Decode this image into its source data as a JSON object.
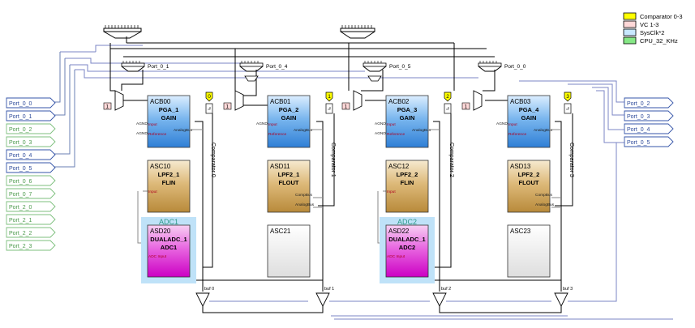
{
  "legend": [
    {
      "label": "Comparator 0-3",
      "color": "#ffff00"
    },
    {
      "label": "VC 1-3",
      "color": "#ffd8d8"
    },
    {
      "label": "SysClk*2",
      "color": "#c8e8ff"
    },
    {
      "label": "CPU_32_KHz",
      "color": "#86e886"
    }
  ],
  "left_ports": [
    {
      "label": "Port_0_0",
      "active": true
    },
    {
      "label": "Port_0_1",
      "active": true
    },
    {
      "label": "Port_0_2",
      "active": false
    },
    {
      "label": "Port_0_3",
      "active": false
    },
    {
      "label": "Port_0_4",
      "active": true
    },
    {
      "label": "Port_0_5",
      "active": true
    },
    {
      "label": "Port_0_6",
      "active": false
    },
    {
      "label": "Port_0_7",
      "active": false
    },
    {
      "label": "Port_2_0",
      "active": false
    },
    {
      "label": "Port_2_1",
      "active": false
    },
    {
      "label": "Port_2_2",
      "active": false
    },
    {
      "label": "Port_2_3",
      "active": false
    }
  ],
  "right_ports": [
    "Port_0_2",
    "Port_0_3",
    "Port_0_4",
    "Port_0_5"
  ],
  "top_muxes": [
    "Port_0_1",
    "Port_0_4",
    "Port_0_5",
    "Port_0_0"
  ],
  "columns": [
    {
      "mux_value": "1",
      "comparator_index": "0",
      "comparator_label": "Comparator 0",
      "buf_label": "buf 0"
    },
    {
      "mux_value": "1",
      "comparator_index": "1",
      "comparator_label": "Comparator 1",
      "buf_label": "buf 1"
    },
    {
      "mux_value": "1",
      "comparator_index": "2",
      "comparator_label": "Comparator 2",
      "buf_label": "buf 2"
    },
    {
      "mux_value": "1",
      "comparator_index": "3",
      "comparator_label": "Comparator 3",
      "buf_label": "buf 3"
    }
  ],
  "blocks": [
    {
      "id": "ACB00",
      "l1": "PGA_1",
      "l2": "GAIN",
      "kind": "pga",
      "pins_left": [
        "AGND",
        "AGND"
      ],
      "pins_red": [
        "Input",
        "Reference"
      ],
      "pins_right": [
        "AnalogBus"
      ]
    },
    {
      "id": "ACB01",
      "l1": "PGA_2",
      "l2": "GAIN",
      "kind": "pga",
      "pins_left": [
        "AGND"
      ],
      "pins_red": [
        "Input",
        "Reference"
      ],
      "pins_right": [
        "AnalogBus"
      ]
    },
    {
      "id": "ACB02",
      "l1": "PGA_3",
      "l2": "GAIN",
      "kind": "pga",
      "pins_left": [
        "AGND",
        "AGND"
      ],
      "pins_red": [
        "Input",
        "Reference"
      ],
      "pins_right": [
        "AnalogBus"
      ]
    },
    {
      "id": "ACB03",
      "l1": "PGA_4",
      "l2": "GAIN",
      "kind": "pga",
      "pins_left": [
        "AGND"
      ],
      "pins_red": [
        "Input",
        "Reference"
      ],
      "pins_right": [
        "AnalogBus"
      ]
    },
    {
      "id": "ASC10",
      "l1": "LPF2_1",
      "l2": "FLIN",
      "kind": "lpf",
      "pins_left": [],
      "pins_red": [
        "Input"
      ],
      "pins_right": []
    },
    {
      "id": "ASD11",
      "l1": "LPF2_1",
      "l2": "FLOUT",
      "kind": "lpf",
      "pins_left": [],
      "pins_red": [],
      "pins_right": [
        "CompBus",
        "AnalogBus"
      ]
    },
    {
      "id": "ASC12",
      "l1": "LPF2_2",
      "l2": "FLIN",
      "kind": "lpf",
      "pins_left": [],
      "pins_red": [
        "Input"
      ],
      "pins_right": []
    },
    {
      "id": "ASD13",
      "l1": "LPF2_2",
      "l2": "FLOUT",
      "kind": "lpf",
      "pins_left": [],
      "pins_red": [],
      "pins_right": [
        "CompBus",
        "AnalogBus"
      ]
    },
    {
      "id": "ASD20",
      "l1": "DUALADC_1",
      "l2": "ADC1",
      "kind": "adc",
      "group": "ADC1",
      "pins_left": [],
      "pins_red": [
        "ADC Input"
      ],
      "pins_right": []
    },
    {
      "id": "ASC21",
      "l1": "",
      "l2": "",
      "kind": "empty",
      "pins_left": [],
      "pins_red": [],
      "pins_right": []
    },
    {
      "id": "ASD22",
      "l1": "DUALADC_1",
      "l2": "ADC2",
      "kind": "adc",
      "group": "ADC2",
      "pins_left": [],
      "pins_red": [
        "ADC Input"
      ],
      "pins_right": []
    },
    {
      "id": "ASC23",
      "l1": "",
      "l2": "",
      "kind": "empty",
      "pins_left": [],
      "pins_red": [],
      "pins_right": []
    }
  ]
}
